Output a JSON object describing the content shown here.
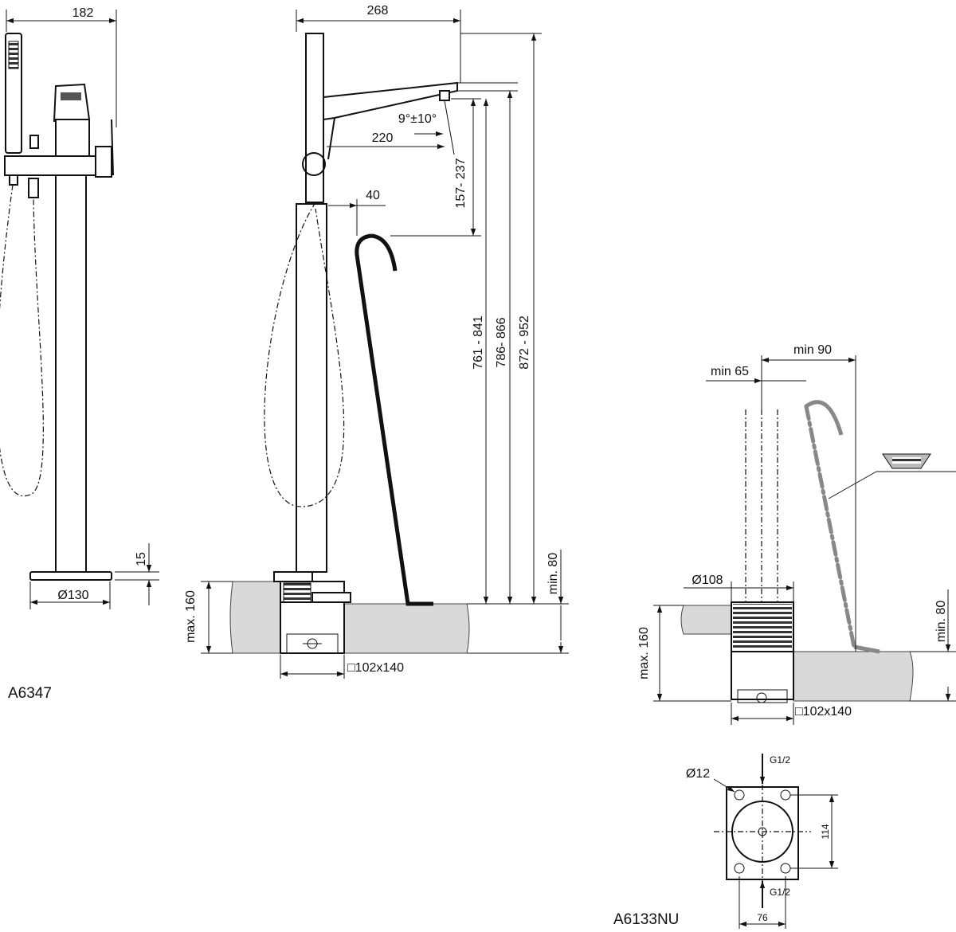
{
  "products": {
    "mixer_code": "A6347",
    "box_code": "A6133NU"
  },
  "dimensions": {
    "front_width": "182",
    "base_diameter": "Ø130",
    "base_height": "15",
    "spout_length": "268",
    "spout_reach": "220",
    "spout_angle": "9°±10°",
    "outlet_gap": "157- 237",
    "hose_offset": "40",
    "height_761": "761 - 841",
    "height_786": "786- 866",
    "height_872": "872 - 952",
    "min_depth_side": "min. 80",
    "max_depth_side": "max. 160",
    "box_size_side": "□102x140",
    "min_90": "min 90",
    "min_65": "min 65",
    "box_diameter": "Ø108",
    "max_depth_box": "max. 160",
    "min_depth_box": "min. 80",
    "box_size_box": "□102x140",
    "hole_diameter": "Ø12",
    "inlet_top": "G1/2",
    "inlet_bottom": "G1/2",
    "plate_height": "114",
    "plate_width": "76"
  }
}
